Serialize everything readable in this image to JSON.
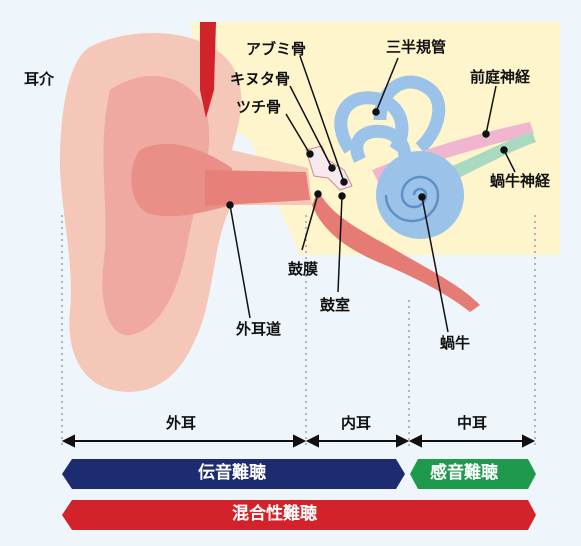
{
  "labels": {
    "auricle": "耳介",
    "stapes": "アブミ骨",
    "incus": "キヌタ骨",
    "malleus": "ツチ骨",
    "semicircular_canals": "三半規管",
    "vestibular_nerve": "前庭神経",
    "cochlear_nerve": "蝸牛神経",
    "eardrum": "鼓膜",
    "external_canal": "外耳道",
    "tympanic_cavity": "鼓室",
    "cochlea": "蝸牛"
  },
  "segments": {
    "outer": "外耳",
    "inner": "内耳",
    "middle": "中耳"
  },
  "bands": {
    "conductive": "伝音難聴",
    "sensorineural": "感音難聴",
    "mixed": "混合性難聴"
  },
  "colors": {
    "conductive": "#1d2b70",
    "sensorineural": "#1f9a4c",
    "mixed": "#d2232a",
    "background": "#eef6fb"
  }
}
